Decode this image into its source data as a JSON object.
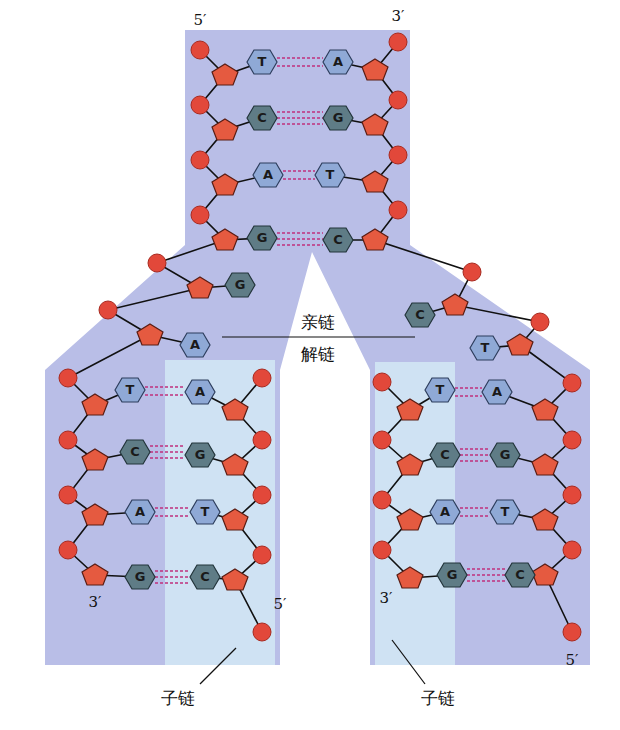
{
  "diagram": {
    "labels": [
      "5′",
      "3′",
      "T",
      "A",
      "C",
      "G",
      "A",
      "T",
      "G",
      "C",
      "G",
      "C",
      "亲链",
      "A",
      "T",
      "解链",
      "T",
      "A",
      "T",
      "A",
      "C",
      "G",
      "C",
      "G",
      "A",
      "T",
      "A",
      "T",
      "G",
      "C",
      "G",
      "C",
      "3′",
      "3′",
      "5′",
      "5′",
      "子链",
      "子链"
    ]
  }
}
